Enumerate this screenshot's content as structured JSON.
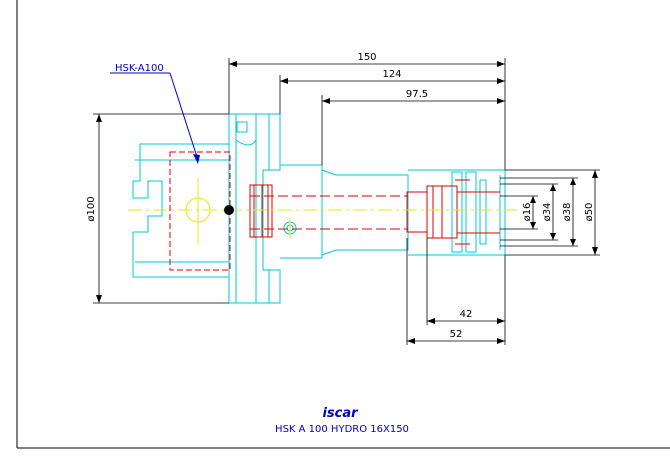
{
  "drawing": {
    "callout_label": "HSK-A100",
    "dimensions": {
      "overall_length": "150",
      "length_124": "124",
      "length_97_5": "97.5",
      "dia_flange": "ø100",
      "dia_16": "ø16",
      "dia_34": "ø34",
      "dia_38": "ø38",
      "dia_50": "ø50",
      "length_42": "42",
      "length_52": "52"
    },
    "title_block": {
      "logo_text": "iscar",
      "part_title": "HSK  A  100  HYDRO  16X150"
    },
    "colors": {
      "dimension": "#000000",
      "outline": "#00c8d8",
      "hidden": "#e00000",
      "center": "#e8e800",
      "callout": "#0000c8"
    }
  }
}
